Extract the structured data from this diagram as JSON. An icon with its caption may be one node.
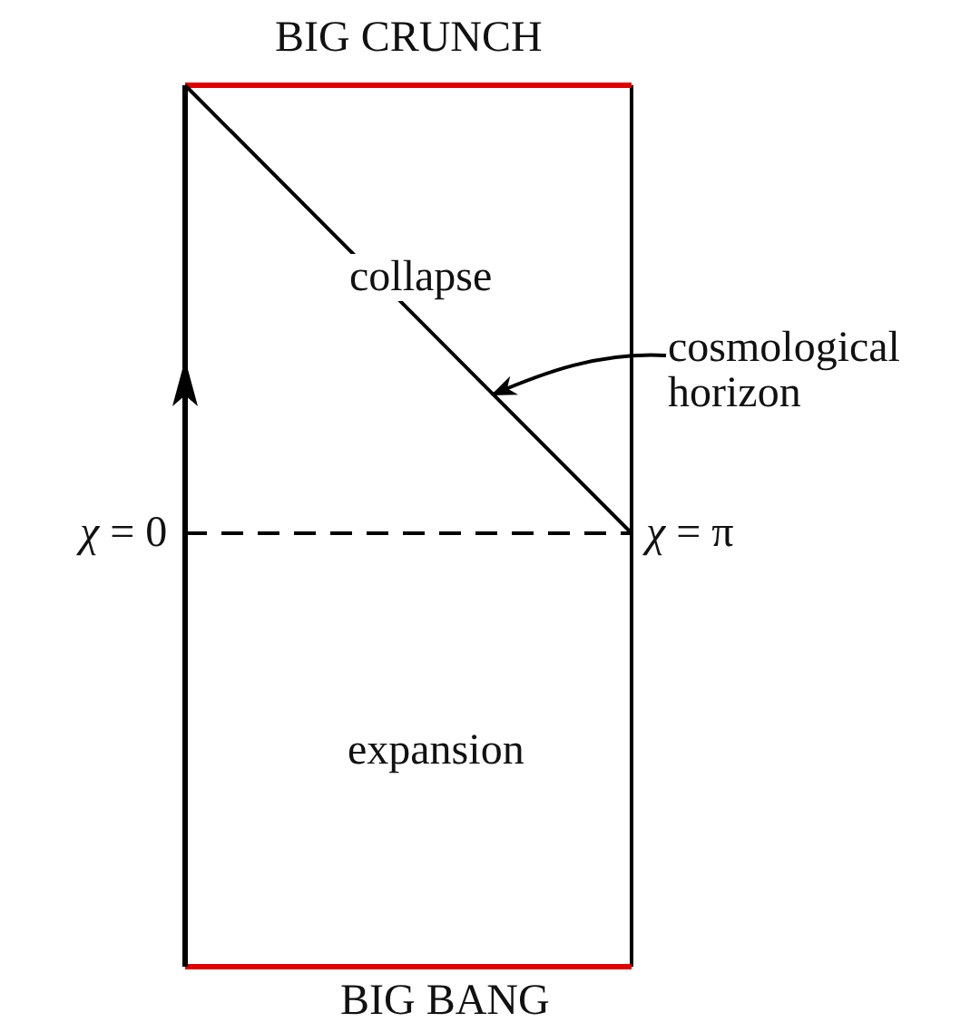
{
  "diagram": {
    "nodes": [
      {
        "text": [
          "cosmological horizon"
        ]
      },
      {
        "text": [],
        "shape": "line"
      }
    ],
    "edges": [
      {
        "from": 0,
        "to": 1,
        "arrow": "to"
      }
    ],
    "labels": [
      "BIG CRUNCH",
      "collapse",
      "*χ* = 0",
      "*χ* = π",
      "expansion",
      "BIG BANG"
    ]
  }
}
